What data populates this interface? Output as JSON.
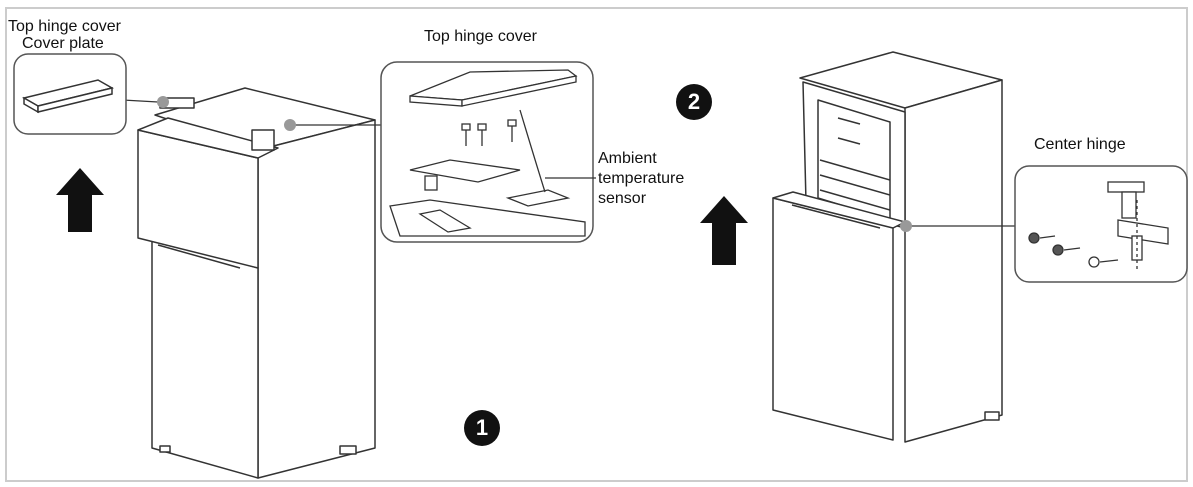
{
  "labels": {
    "top_hinge_cover_left": "Top hinge cover",
    "cover_plate": "Cover plate",
    "top_hinge_cover_detail": "Top hinge cover",
    "ambient_line1": "Ambient",
    "ambient_line2": "temperature",
    "ambient_line3": "sensor",
    "center_hinge": "Center hinge"
  },
  "steps": {
    "step1": "1",
    "step2": "2"
  },
  "icons": {
    "up_arrow": "up-arrow-icon",
    "callout_dot": "callout-dot-icon"
  },
  "colors": {
    "line": "#333333",
    "callout_dot": "#999999",
    "frame": "#cccccc",
    "step_circle": "#111111"
  }
}
